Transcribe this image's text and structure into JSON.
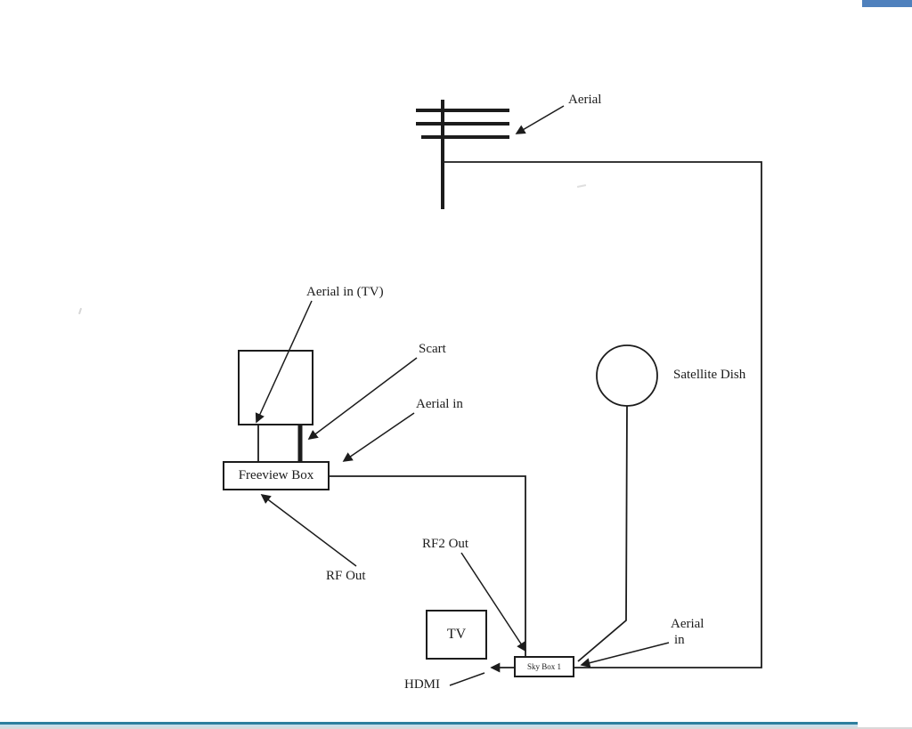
{
  "colors": {
    "line": "#1c1c1c",
    "top_right_bar": "#4f81bd",
    "bottom_edge_teal": "#2e7f9e",
    "bottom_edge_light": "#c9dfe9",
    "bottom_edge_gray": "#d9d9d9",
    "page_background": "#ffffff"
  },
  "diagram": {
    "labels": {
      "aerial": "Aerial",
      "aerial_in_tv": "Aerial in (TV)",
      "scart": "Scart",
      "aerial_in_freeview": "Aerial in",
      "satellite_dish": "Satellite Dish",
      "freeview_box": "Freeview Box",
      "rf_out": "RF Out",
      "rf2_out": "RF2 Out",
      "tv": "TV",
      "sky_box": "Sky Box 1",
      "hdmi": "HDMI",
      "aerial_in_sky_line1": "Aerial",
      "aerial_in_sky_line2": "in"
    }
  }
}
